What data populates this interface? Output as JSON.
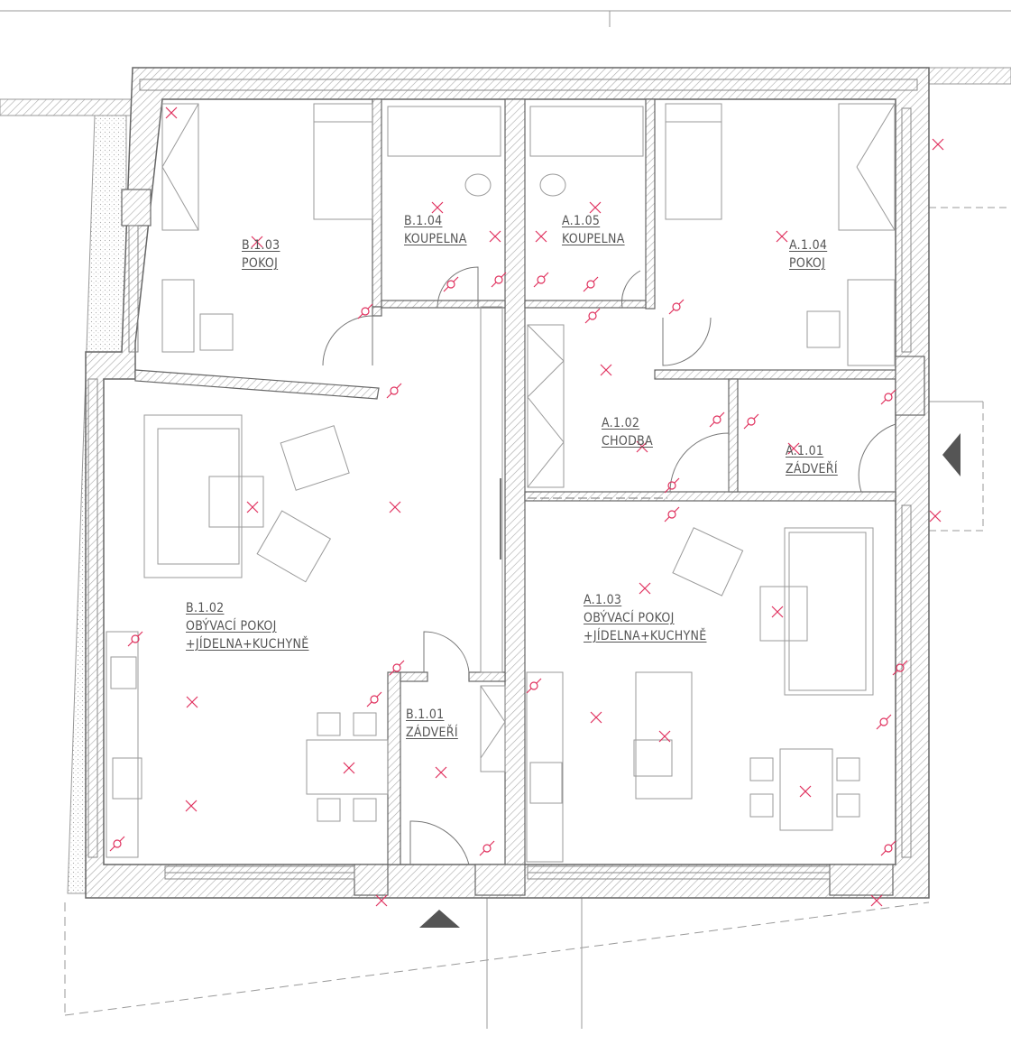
{
  "plan": {
    "rooms": [
      {
        "id": "B.1.03",
        "name": "POKOJ"
      },
      {
        "id": "B.1.04",
        "name": "KOUPELNA"
      },
      {
        "id": "A.1.05",
        "name": "KOUPELNA"
      },
      {
        "id": "A.1.04",
        "name": "POKOJ"
      },
      {
        "id": "A.1.02",
        "name": "CHODBA"
      },
      {
        "id": "A.1.01",
        "name": "ZÁDVEŘÍ"
      },
      {
        "id": "B.1.02",
        "name": "OBÝVACÍ  POKOJ",
        "name2": "+JÍDELNA+KUCHYNĚ"
      },
      {
        "id": "A.1.03",
        "name": "OBÝVACÍ  POKOJ",
        "name2": "+JÍDELNA+KUCHYNĚ"
      },
      {
        "id": "B.1.01",
        "name": "ZÁDVEŘÍ"
      }
    ]
  },
  "colors": {
    "wall": "#6a6a6a",
    "electrical": "#e0315e",
    "furniture": "#9a9a9a"
  }
}
